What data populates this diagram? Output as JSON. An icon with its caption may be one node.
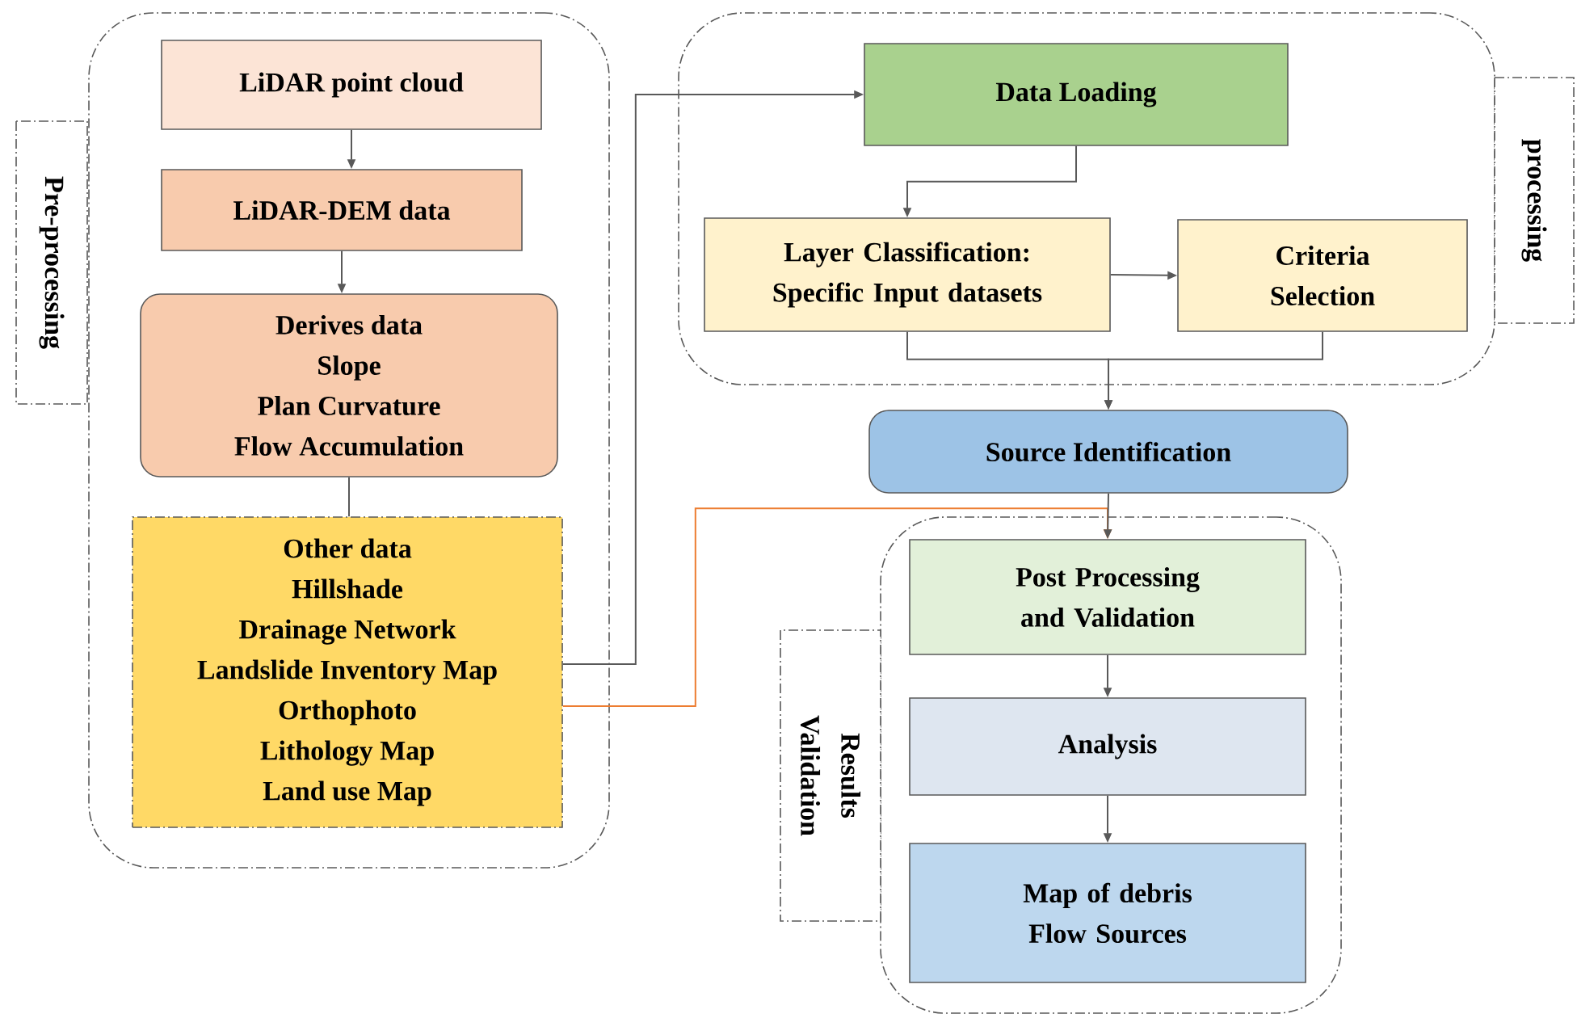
{
  "diagram": {
    "nodes": [
      {
        "text": [
          "Pre-processing"
        ]
      },
      {
        "text": [
          "LiDAR point cloud"
        ],
        "in": 0
      },
      {
        "text": [
          "LiDAR-DEM data"
        ],
        "in": 0
      },
      {
        "text": [
          "Derives data",
          "Slope",
          "Plan Curvature",
          "Flow Accumulation"
        ],
        "in": 0
      },
      {
        "text": [
          "Other data",
          "Hillshade",
          "Drainage Network",
          "Landslide Inventory Map",
          "Orthophoto",
          "Lithology Map",
          "Land use Map"
        ],
        "in": 0
      },
      {
        "text": [
          "processing"
        ]
      },
      {
        "text": [
          "Data Loading"
        ],
        "in": 5
      },
      {
        "text": [
          "Layer Classification: Specific Input datasets"
        ],
        "in": 5
      },
      {
        "text": [
          "Criteria Selection"
        ],
        "in": 5
      },
      {
        "text": [
          "Source Identification"
        ]
      },
      {
        "text": [
          "Results Validation"
        ]
      },
      {
        "text": [
          "Post Processing and Validation"
        ],
        "in": 10
      },
      {
        "text": [
          "Analysis"
        ],
        "in": 10
      },
      {
        "text": [
          "Map of debris Flow Sources"
        ],
        "in": 10
      }
    ],
    "edges": [
      {
        "from": 1,
        "to": 2,
        "arrow": "to"
      },
      {
        "from": 2,
        "to": 3,
        "arrow": "to"
      },
      {
        "from": 3,
        "to": 4,
        "arrow": "none"
      },
      {
        "from": 4,
        "to": 6,
        "arrow": "to"
      },
      {
        "from": 4,
        "to": 11,
        "arrow": "to",
        "color": "#ed7d31"
      },
      {
        "from": 6,
        "to": 7,
        "arrow": "to"
      },
      {
        "from": 7,
        "to": 8,
        "arrow": "to"
      },
      {
        "from": 7,
        "to": 9,
        "arrow": "to"
      },
      {
        "from": 8,
        "to": 9,
        "arrow": "to"
      },
      {
        "from": 9,
        "to": 11,
        "arrow": "to"
      },
      {
        "from": 11,
        "to": 12,
        "arrow": "to"
      },
      {
        "from": 12,
        "to": 13,
        "arrow": "to"
      }
    ]
  }
}
